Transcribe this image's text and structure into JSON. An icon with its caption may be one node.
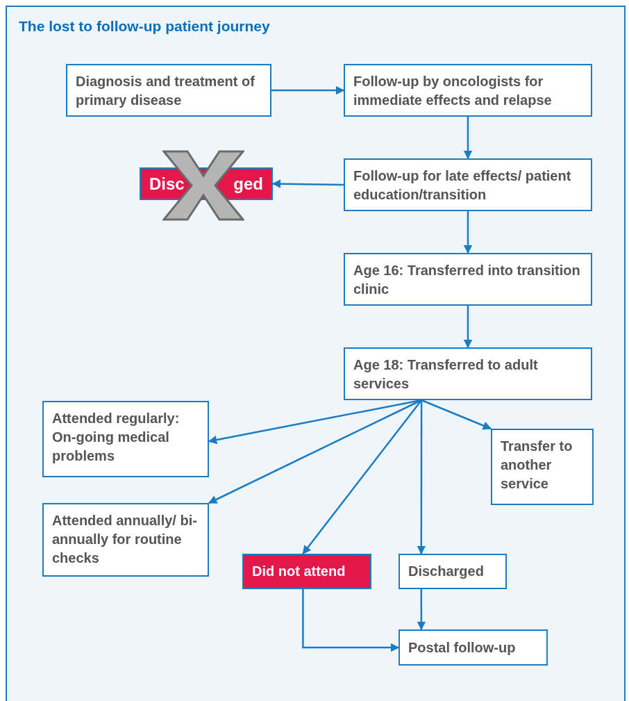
{
  "diagram": {
    "title": "The lost to follow-up patient journey",
    "nodes": [
      {
        "text": [
          "Diagnosis and treatment of primary disease"
        ]
      },
      {
        "text": [
          "Follow-up by oncologists for immediate effects and relapse"
        ]
      },
      {
        "text": [
          "Disc",
          "ged"
        ]
      },
      {
        "text": [
          "Follow-up for late effects/ patient education/transition"
        ]
      },
      {
        "text": [
          "Age 16: Transferred into transition clinic"
        ]
      },
      {
        "text": [
          "Age 18: Transferred to adult services"
        ]
      },
      {
        "text": [
          "Attended regularly: On-going medical problems"
        ]
      },
      {
        "text": [
          "Transfer to another service"
        ]
      },
      {
        "text": [
          "Attended annually/ bi-annually for routine checks"
        ]
      },
      {
        "text": [
          "Did not attend"
        ]
      },
      {
        "text": [
          "Discharged"
        ]
      },
      {
        "text": [
          "Postal follow-up"
        ]
      }
    ],
    "edges": [
      {
        "from": 0,
        "to": 1,
        "arrow": "to"
      },
      {
        "from": 1,
        "to": 3,
        "arrow": "to"
      },
      {
        "from": 3,
        "to": 2,
        "arrow": "to"
      },
      {
        "from": 3,
        "to": 4,
        "arrow": "to"
      },
      {
        "from": 4,
        "to": 5,
        "arrow": "to"
      },
      {
        "from": 5,
        "to": 6,
        "arrow": "to"
      },
      {
        "from": 5,
        "to": 8,
        "arrow": "to"
      },
      {
        "from": 5,
        "to": 9,
        "arrow": "to"
      },
      {
        "from": 5,
        "to": 10,
        "arrow": "to"
      },
      {
        "from": 5,
        "to": 7,
        "arrow": "to"
      },
      {
        "from": 9,
        "to": 11,
        "arrow": "to"
      },
      {
        "from": 10,
        "to": 11,
        "arrow": "to"
      }
    ]
  }
}
